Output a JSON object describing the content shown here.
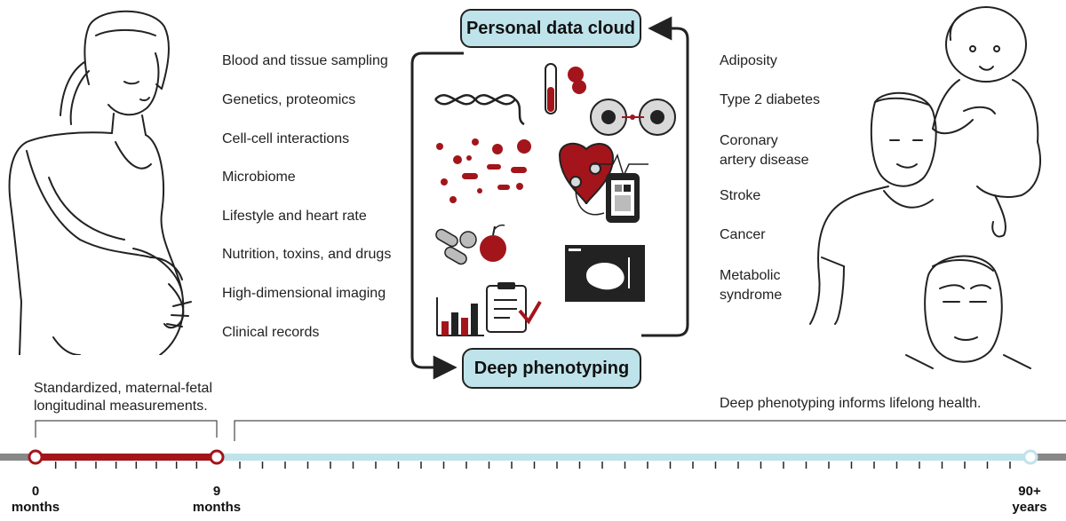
{
  "center": {
    "top_box": "Personal data cloud",
    "bottom_box": "Deep phenotyping"
  },
  "measurements": [
    "Blood and tissue sampling",
    "Genetics, proteomics",
    "Cell-cell interactions",
    "Microbiome",
    "Lifestyle and heart rate",
    "Nutrition, toxins, and drugs",
    "High-dimensional imaging",
    "Clinical records"
  ],
  "outcomes": [
    "Adiposity",
    "Type 2 diabetes",
    "Coronary artery disease",
    "Stroke",
    "Cancer",
    "Metabolic syndrome"
  ],
  "timeline": {
    "left_caption": "Standardized, maternal-fetal longitudinal measurements.",
    "right_caption": "Deep phenotyping informs lifelong health.",
    "start_value": "0",
    "start_unit": "months",
    "mid_value": "9",
    "mid_unit": "months",
    "end_value": "90+",
    "end_unit": "years"
  },
  "colors": {
    "accent_red": "#a3151b",
    "accent_blue": "#bfe3ea",
    "line": "#222222"
  },
  "icons": [
    "pregnant-woman-icon",
    "dna-icon",
    "blood-tube-icon",
    "cells-icon",
    "microbiome-icon",
    "heart-monitor-icon",
    "smartwatch-icon",
    "pills-icon",
    "apple-icon",
    "ultrasound-icon",
    "chart-icon",
    "clipboard-icon",
    "family-icon"
  ]
}
